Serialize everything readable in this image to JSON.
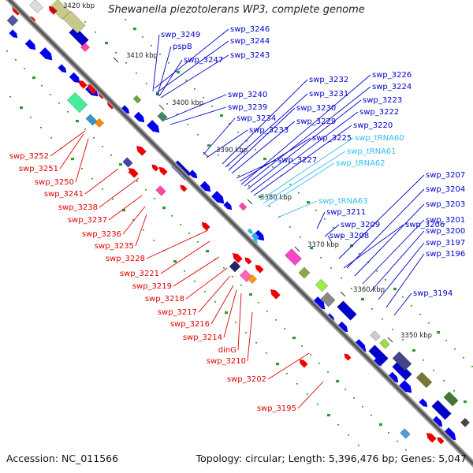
{
  "title": "Shewanella piezotolerans WP3, complete genome",
  "footer": {
    "accession": "Accession: NC_011566",
    "topology": "Topology: circular; Length: 5,396,476 bp; Genes: 5,047"
  },
  "colors": {
    "plus_strand_label": "#0000cc",
    "minus_strand_label": "#e00000",
    "trna_label": "#33bbee",
    "backbone": "#777777",
    "gc_dots": "#339933"
  },
  "scale_ticks": [
    {
      "kbp": "3420 kbp"
    },
    {
      "kbp": "3410 kbp"
    },
    {
      "kbp": "3400 kbp"
    },
    {
      "kbp": "3390 kbp"
    },
    {
      "kbp": "3380 kbp"
    },
    {
      "kbp": "3370 kbp"
    },
    {
      "kbp": "3360 kbp"
    },
    {
      "kbp": "3350 kbp"
    }
  ],
  "plus_strand_labels": [
    "swp_3246",
    "swp_3249",
    "swp_3244",
    "pspB",
    "swp_3247",
    "swp_3243",
    "swp_3240",
    "swp_3239",
    "swp_3234",
    "swp_3233",
    "swp_3232",
    "swp_3231",
    "swp_3230",
    "swp_3229",
    "swp_3227",
    "swp_3225",
    "swp_3226",
    "swp_3224",
    "swp_3223",
    "swp_3222",
    "swp_3220",
    "swp_3211",
    "swp_3209",
    "swp_3208",
    "swp_3206",
    "swp_3207",
    "swp_3204",
    "swp_3203",
    "swp_3201",
    "swp_3200",
    "swp_3197",
    "swp_3196",
    "swp_3194"
  ],
  "trna_labels": [
    "swp_tRNA60",
    "swp_tRNA61",
    "swp_tRNA62",
    "swp_tRNA63"
  ],
  "minus_strand_labels": [
    "swp_3252",
    "swp_3251",
    "swp_3250",
    "swp_3241",
    "swp_3238",
    "swp_3237",
    "swp_3236",
    "swp_3235",
    "swp_3228",
    "swp_3221",
    "swp_3219",
    "swp_3218",
    "swp_3217",
    "swp_3216",
    "swp_3214",
    "dinG",
    "swp_3210",
    "swp_3202",
    "swp_3195"
  ]
}
